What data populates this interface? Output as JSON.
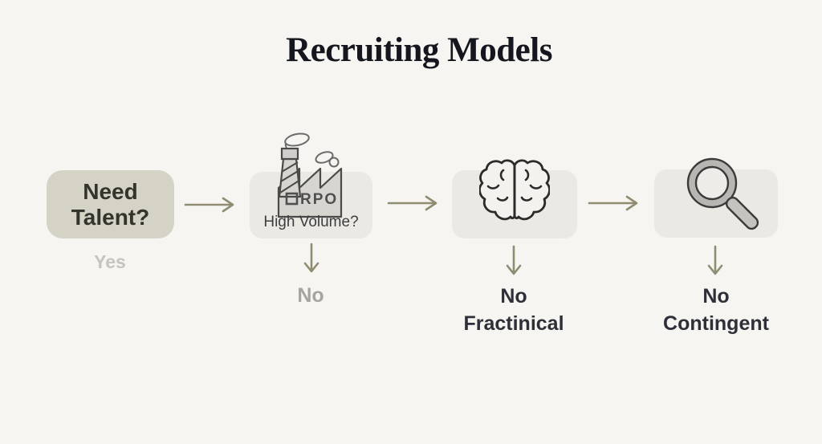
{
  "title": "Recruiting Models",
  "steps": [
    {
      "name": "need-talent",
      "label": "Need Talent?",
      "branch_label": "Yes"
    },
    {
      "name": "rpo",
      "icon": "factory-icon",
      "icon_text": "RPO",
      "label": "High Volume?",
      "branch_label": "No"
    },
    {
      "name": "fractional",
      "icon": "brain-icon",
      "branch_label": "No",
      "branch_sublabel": "Fractinical"
    },
    {
      "name": "contingent",
      "icon": "magnifier-icon",
      "branch_label": "No",
      "branch_sublabel": "Contingent"
    }
  ],
  "colors": {
    "background": "#f6f5f1",
    "box_primary": "#d5d3c5",
    "box_secondary": "#eae9e4",
    "arrow": "#8f8c72",
    "title_text": "#16161e",
    "dark_text": "#2f2f39",
    "muted_text": "#a5a49f",
    "faint_text": "#c5c4c0",
    "icon_stroke": "#3a3a38",
    "building_fill": "#d6d5cf",
    "magnifier_ring": "#b7b6b2"
  }
}
